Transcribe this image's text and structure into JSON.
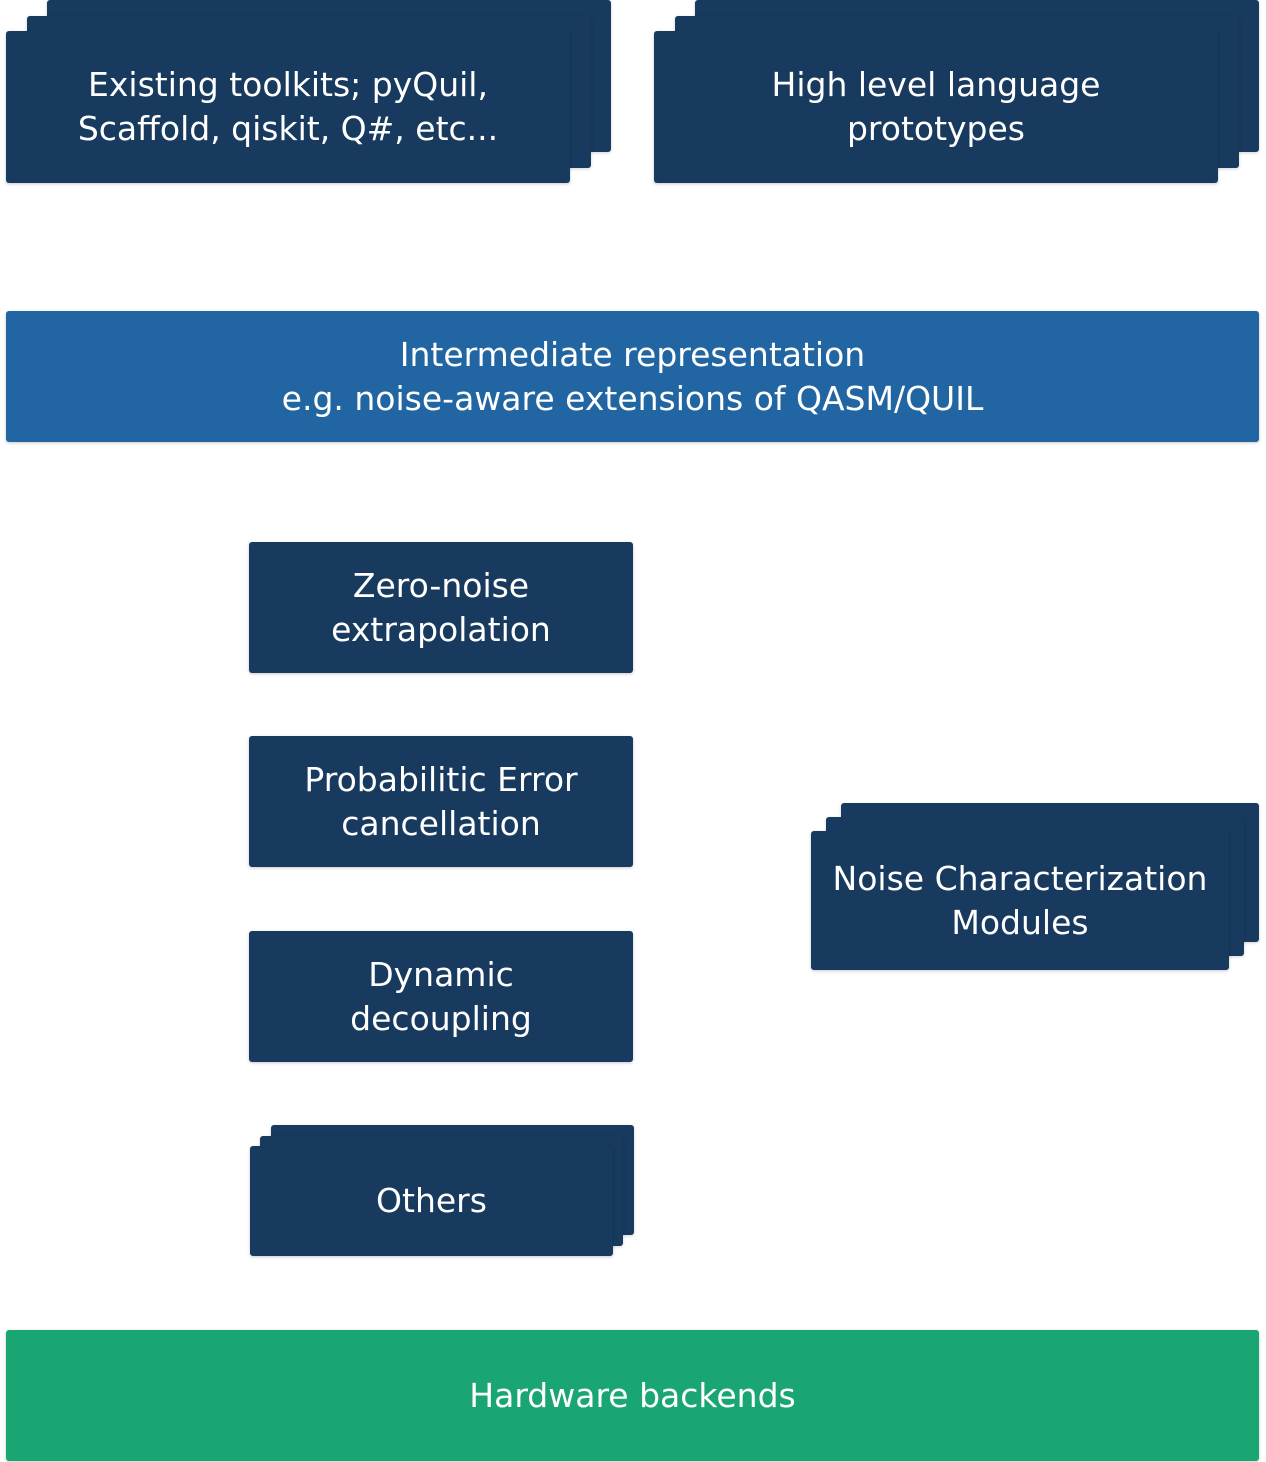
{
  "colors": {
    "navy": "#173a5e",
    "blue": "#2265a3",
    "green": "#1aa672",
    "text": "#ffffff",
    "background": "#ffffff"
  },
  "top_boxes": {
    "toolkits": [
      "Existing toolkits; pyQuil,",
      "Scaffold, qiskit, Q#, etc..."
    ],
    "prototypes": [
      "High level language",
      "prototypes"
    ]
  },
  "intermediate": [
    "Intermediate representation",
    "e.g. noise-aware extensions of QASM/QUIL"
  ],
  "techniques": {
    "zne": [
      "Zero-noise",
      "extrapolation"
    ],
    "pec": [
      "Probabilitic Error",
      "cancellation"
    ],
    "dd": [
      "Dynamic",
      "decoupling"
    ],
    "others": [
      "Others"
    ]
  },
  "noise_modules": [
    "Noise Characterization",
    "Modules"
  ],
  "hardware": [
    "Hardware backends"
  ]
}
